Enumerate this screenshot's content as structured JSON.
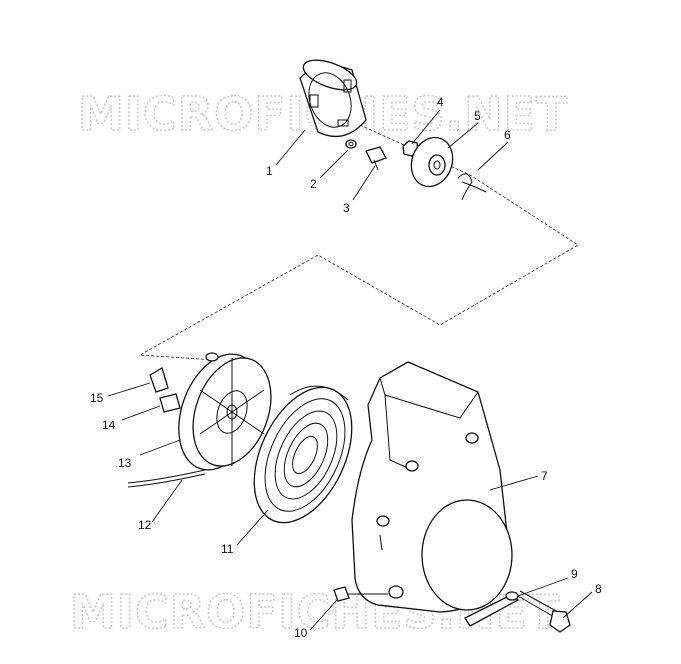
{
  "watermark": "MICROFICHES.NET",
  "callouts": [
    {
      "id": "1",
      "text": "1"
    },
    {
      "id": "2",
      "text": "2"
    },
    {
      "id": "3",
      "text": "3"
    },
    {
      "id": "4",
      "text": "4"
    },
    {
      "id": "5",
      "text": "5"
    },
    {
      "id": "6",
      "text": "6"
    },
    {
      "id": "7",
      "text": "7"
    },
    {
      "id": "8",
      "text": "8"
    },
    {
      "id": "9",
      "text": "9"
    },
    {
      "id": "10",
      "text": "10"
    },
    {
      "id": "11",
      "text": "11"
    },
    {
      "id": "12",
      "text": "12"
    },
    {
      "id": "13",
      "text": "13"
    },
    {
      "id": "14",
      "text": "14"
    },
    {
      "id": "15",
      "text": "15"
    }
  ]
}
